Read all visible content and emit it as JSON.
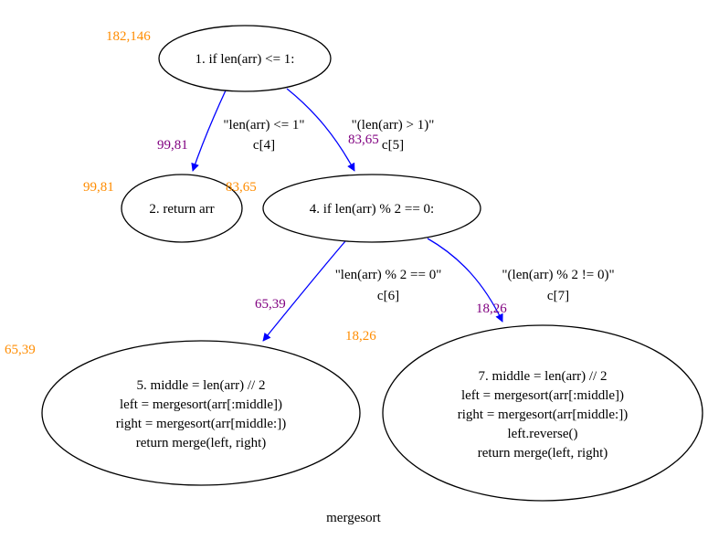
{
  "graph": {
    "title": "mergesort",
    "colors": {
      "node_outline": "#000000",
      "edge": "#0000ff",
      "node_count": "#ff8c00",
      "edge_count": "#800080",
      "text": "#000000",
      "background": "#ffffff"
    },
    "nodes": [
      {
        "id": "n1",
        "lines": [
          "1. if len(arr) <= 1:"
        ],
        "count": "182,146"
      },
      {
        "id": "n2",
        "lines": [
          "2. return arr"
        ],
        "count": "99,81"
      },
      {
        "id": "n4",
        "lines": [
          "4. if len(arr) % 2 == 0:"
        ],
        "count": "83,65"
      },
      {
        "id": "n5",
        "lines": [
          "5. middle = len(arr) // 2",
          "left = mergesort(arr[:middle])",
          "right = mergesort(arr[middle:])",
          "return merge(left, right)"
        ],
        "count": "65,39"
      },
      {
        "id": "n7",
        "lines": [
          "7. middle = len(arr) // 2",
          "left = mergesort(arr[:middle])",
          "right = mergesort(arr[middle:])",
          "left.reverse()",
          "return merge(left, right)"
        ],
        "count": "18,26"
      }
    ],
    "edges": [
      {
        "id": "e1",
        "from": "n1",
        "to": "n2",
        "condition": "\"len(arr) <= 1\"",
        "case": "c[4]",
        "count": "99,81"
      },
      {
        "id": "e2",
        "from": "n1",
        "to": "n4",
        "condition": "\"(len(arr) > 1)\"",
        "case": "c[5]",
        "count": "83,65"
      },
      {
        "id": "e3",
        "from": "n4",
        "to": "n5",
        "condition": "\"len(arr) % 2 == 0\"",
        "case": "c[6]",
        "count": "65,39"
      },
      {
        "id": "e4",
        "from": "n4",
        "to": "n7",
        "condition": "\"(len(arr) % 2 != 0)\"",
        "case": "c[7]",
        "count": "18,26"
      }
    ]
  }
}
